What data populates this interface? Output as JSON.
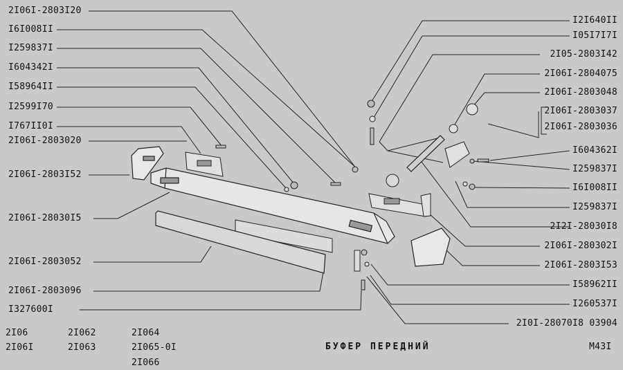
{
  "left_labels": [
    "2I06I-2803I20",
    "I6I008II",
    "I259837I",
    "I604342I",
    "I58964II",
    "I2599I70",
    "I767II0I",
    "2I06I-2803020",
    "2I06I-2803I52",
    "2I06I-28030I5",
    "2I06I-2803052",
    "2I06I-2803096",
    "I327600I"
  ],
  "right_labels": [
    "I2I640II",
    "I05I7I7I",
    "2I05-2803I42",
    "2I06I-2804075",
    "2I06I-2803048",
    "2I06I-2803037",
    "2I06I-2803036",
    "I604362I",
    "I259837I",
    "I6I008II",
    "I259837I",
    "2I2I-28030I8",
    "2I06I-280302I",
    "2I06I-2803I53",
    "I58962II",
    "I260537I",
    "2I0I-28070I8 03904"
  ],
  "models": [
    "2I06",
    "2I06I",
    "2I062",
    "2I063",
    "2I064",
    "2I065-0I",
    "2I066"
  ],
  "title": "БУФЕР ПЕРЕДНИЙ",
  "sheet_code": "М43I",
  "colors": {
    "background": "#c9c9c9",
    "ink": "#111111",
    "part_fill": "#e6e6e6"
  }
}
